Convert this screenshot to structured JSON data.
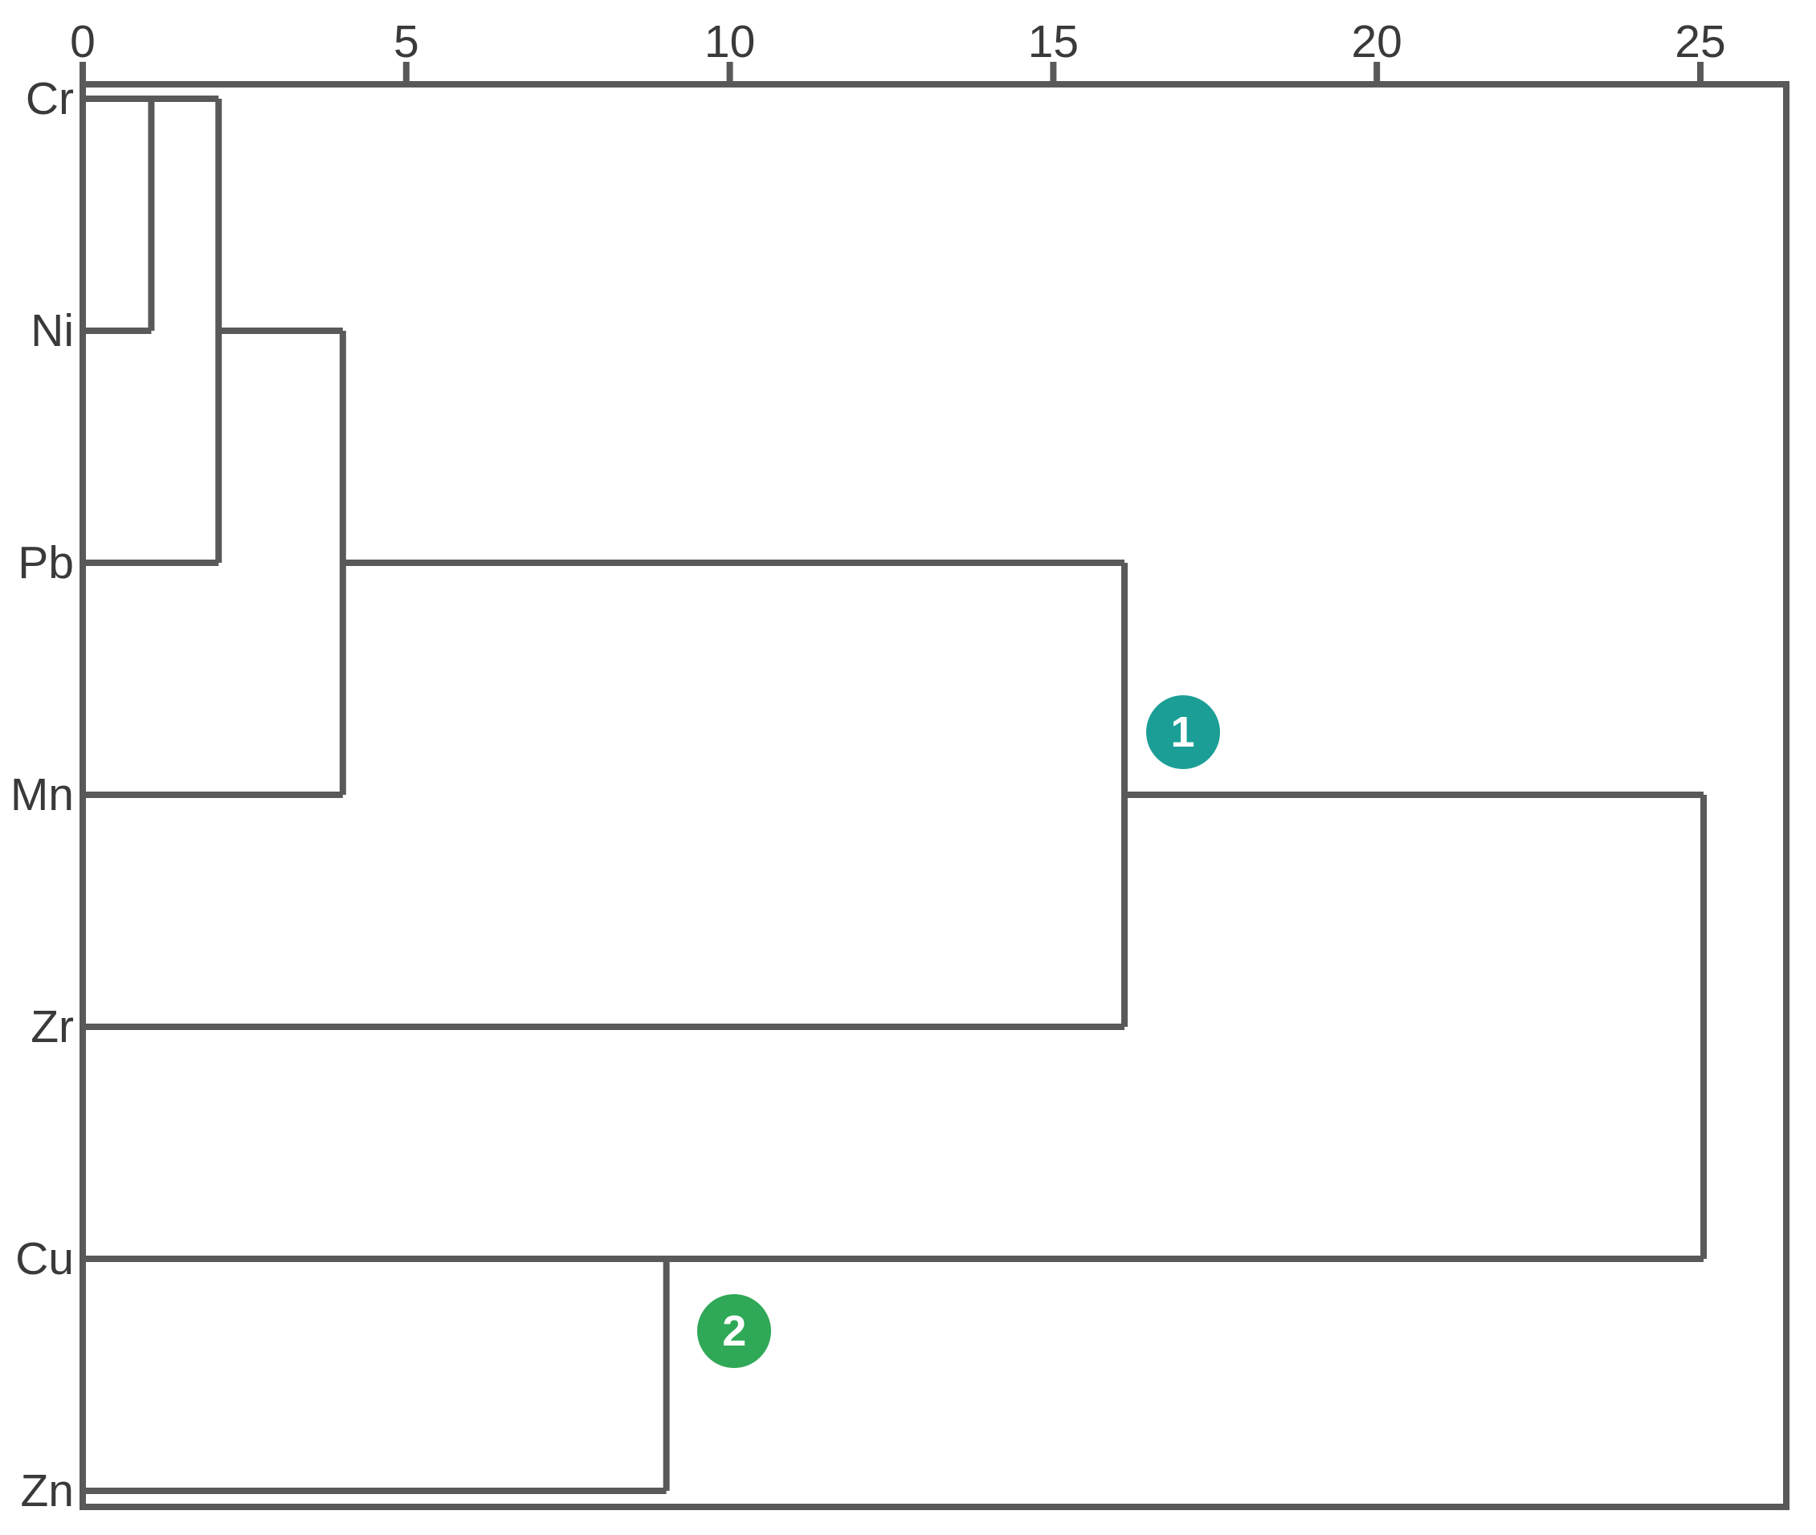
{
  "figure": {
    "background": "#ffffff",
    "line_color": "#595959",
    "line_width": 8,
    "label_color": "#3a3a3a"
  },
  "axis": {
    "position": "top",
    "min": 0,
    "max": 26.33,
    "ticks": [
      "0",
      "5",
      "10",
      "15",
      "20",
      "25"
    ],
    "tick_values": [
      0,
      5,
      10,
      15,
      20,
      25
    ]
  },
  "leaves": [
    "Cr",
    "Ni",
    "Pb",
    "Mn",
    "Zr",
    "Cu",
    "Zn"
  ],
  "badges": [
    {
      "label": "1",
      "color": "#1A9E96",
      "x": 17.0,
      "row": 2.73
    },
    {
      "label": "2",
      "color": "#2FA857",
      "x": 10.07,
      "row": 5.31
    }
  ],
  "chart_data": {
    "type": "dendrogram",
    "title": "",
    "xlabel": "",
    "ylabel": "",
    "orientation": "leaves-left-root-right",
    "axis_position": "top",
    "axis_range": [
      0,
      26.33
    ],
    "axis_ticks": [
      0,
      5,
      10,
      15,
      20,
      25
    ],
    "grid": false,
    "leaves": [
      "Cr",
      "Ni",
      "Pb",
      "Mn",
      "Zr",
      "Cu",
      "Zn"
    ],
    "merges": [
      {
        "step": 1,
        "joins": [
          [
            "Cr"
          ],
          [
            "Ni"
          ]
        ],
        "distance": 1.1
      },
      {
        "step": 2,
        "joins": [
          [
            "Cr",
            "Ni"
          ],
          [
            "Pb"
          ]
        ],
        "distance": 2.1
      },
      {
        "step": 3,
        "joins": [
          [
            "Cr",
            "Ni",
            "Pb"
          ],
          [
            "Mn"
          ]
        ],
        "distance": 4.0
      },
      {
        "step": 4,
        "joins": [
          [
            "Cr",
            "Ni",
            "Pb",
            "Mn"
          ],
          [
            "Zr"
          ]
        ],
        "distance": 16.1,
        "badge": "1"
      },
      {
        "step": 5,
        "joins": [
          [
            "Cu"
          ],
          [
            "Zn"
          ]
        ],
        "distance": 9.0,
        "badge": "2"
      },
      {
        "step": 6,
        "joins": [
          [
            "Cr",
            "Ni",
            "Pb",
            "Mn",
            "Zr"
          ],
          [
            "Cu",
            "Zn"
          ]
        ],
        "distance": 25.1
      }
    ],
    "segments": [
      {
        "type": "h",
        "row": 0,
        "x1": 0,
        "x2": 2.1,
        "name": "cr-leaf-line"
      },
      {
        "type": "h",
        "row": 1,
        "x1": 0,
        "x2": 1.06,
        "name": "ni-leaf-line"
      },
      {
        "type": "h",
        "row": 1,
        "x1": 2.1,
        "x2": 4.02,
        "name": "link-crnipb-to-mn-merge"
      },
      {
        "type": "h",
        "row": 2,
        "x1": 0,
        "x2": 2.1,
        "name": "pb-leaf-line"
      },
      {
        "type": "h",
        "row": 2,
        "x1": 4.02,
        "x2": 16.1,
        "name": "link-crnipbmn-to-zr-merge"
      },
      {
        "type": "h",
        "row": 3,
        "x1": 0,
        "x2": 4.02,
        "name": "mn-leaf-line"
      },
      {
        "type": "h",
        "row": 3,
        "x1": 16.1,
        "x2": 25.05,
        "name": "link-cluster1-to-root"
      },
      {
        "type": "h",
        "row": 4,
        "x1": 0,
        "x2": 16.1,
        "name": "zr-leaf-line"
      },
      {
        "type": "h",
        "row": 5,
        "x1": 0,
        "x2": 25.05,
        "name": "cu-leaf-line"
      },
      {
        "type": "h",
        "row": 6,
        "x1": 0,
        "x2": 9.02,
        "name": "zn-leaf-line"
      },
      {
        "type": "v",
        "x": 1.06,
        "row1": 0,
        "row2": 1,
        "name": "merge-cr-ni"
      },
      {
        "type": "v",
        "x": 2.1,
        "row1": 0,
        "row2": 2,
        "name": "merge-crni-pb"
      },
      {
        "type": "v",
        "x": 4.02,
        "row1": 1,
        "row2": 3,
        "name": "merge-crnipb-mn"
      },
      {
        "type": "v",
        "x": 16.1,
        "row1": 2,
        "row2": 4,
        "name": "merge-crnipbmn-zr"
      },
      {
        "type": "v",
        "x": 25.05,
        "row1": 3,
        "row2": 5,
        "name": "merge-root"
      },
      {
        "type": "v",
        "x": 9.02,
        "row1": 5,
        "row2": 6,
        "name": "merge-cu-zn"
      }
    ]
  }
}
